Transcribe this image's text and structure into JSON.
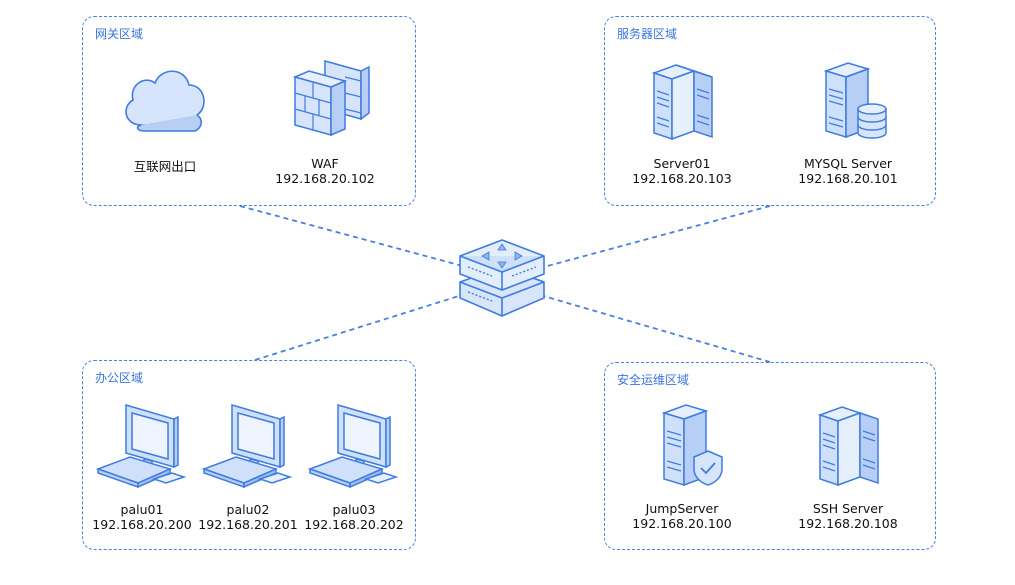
{
  "zones": {
    "gateway": {
      "title": "网关区域"
    },
    "servers": {
      "title": "服务器区域"
    },
    "office": {
      "title": "办公区域"
    },
    "security": {
      "title": "安全运维区域"
    }
  },
  "nodes": {
    "internet": {
      "name": "互联网出口",
      "ip": ""
    },
    "waf": {
      "name": "WAF",
      "ip": "192.168.20.102"
    },
    "server01": {
      "name": "Server01",
      "ip": "192.168.20.103"
    },
    "mysql": {
      "name": "MYSQL Server",
      "ip": "192.168.20.101"
    },
    "palu01": {
      "name": "palu01",
      "ip": "192.168.20.200"
    },
    "palu02": {
      "name": "palu02",
      "ip": "192.168.20.201"
    },
    "palu03": {
      "name": "palu03",
      "ip": "192.168.20.202"
    },
    "jump": {
      "name": "JumpServer",
      "ip": "192.168.20.100"
    },
    "ssh": {
      "name": "SSH Server",
      "ip": "192.168.20.108"
    }
  },
  "colors": {
    "line": "#4a7fe0",
    "icon_fill": "#c9dcf8",
    "icon_stroke": "#3f7be0"
  },
  "icons": {
    "internet": "cloud-icon",
    "waf": "firewall-icon",
    "server01": "server-icon",
    "mysql": "database-server-icon",
    "palu": "computer-icon",
    "jump": "shield-server-icon",
    "ssh": "server-icon",
    "router": "router-icon"
  }
}
